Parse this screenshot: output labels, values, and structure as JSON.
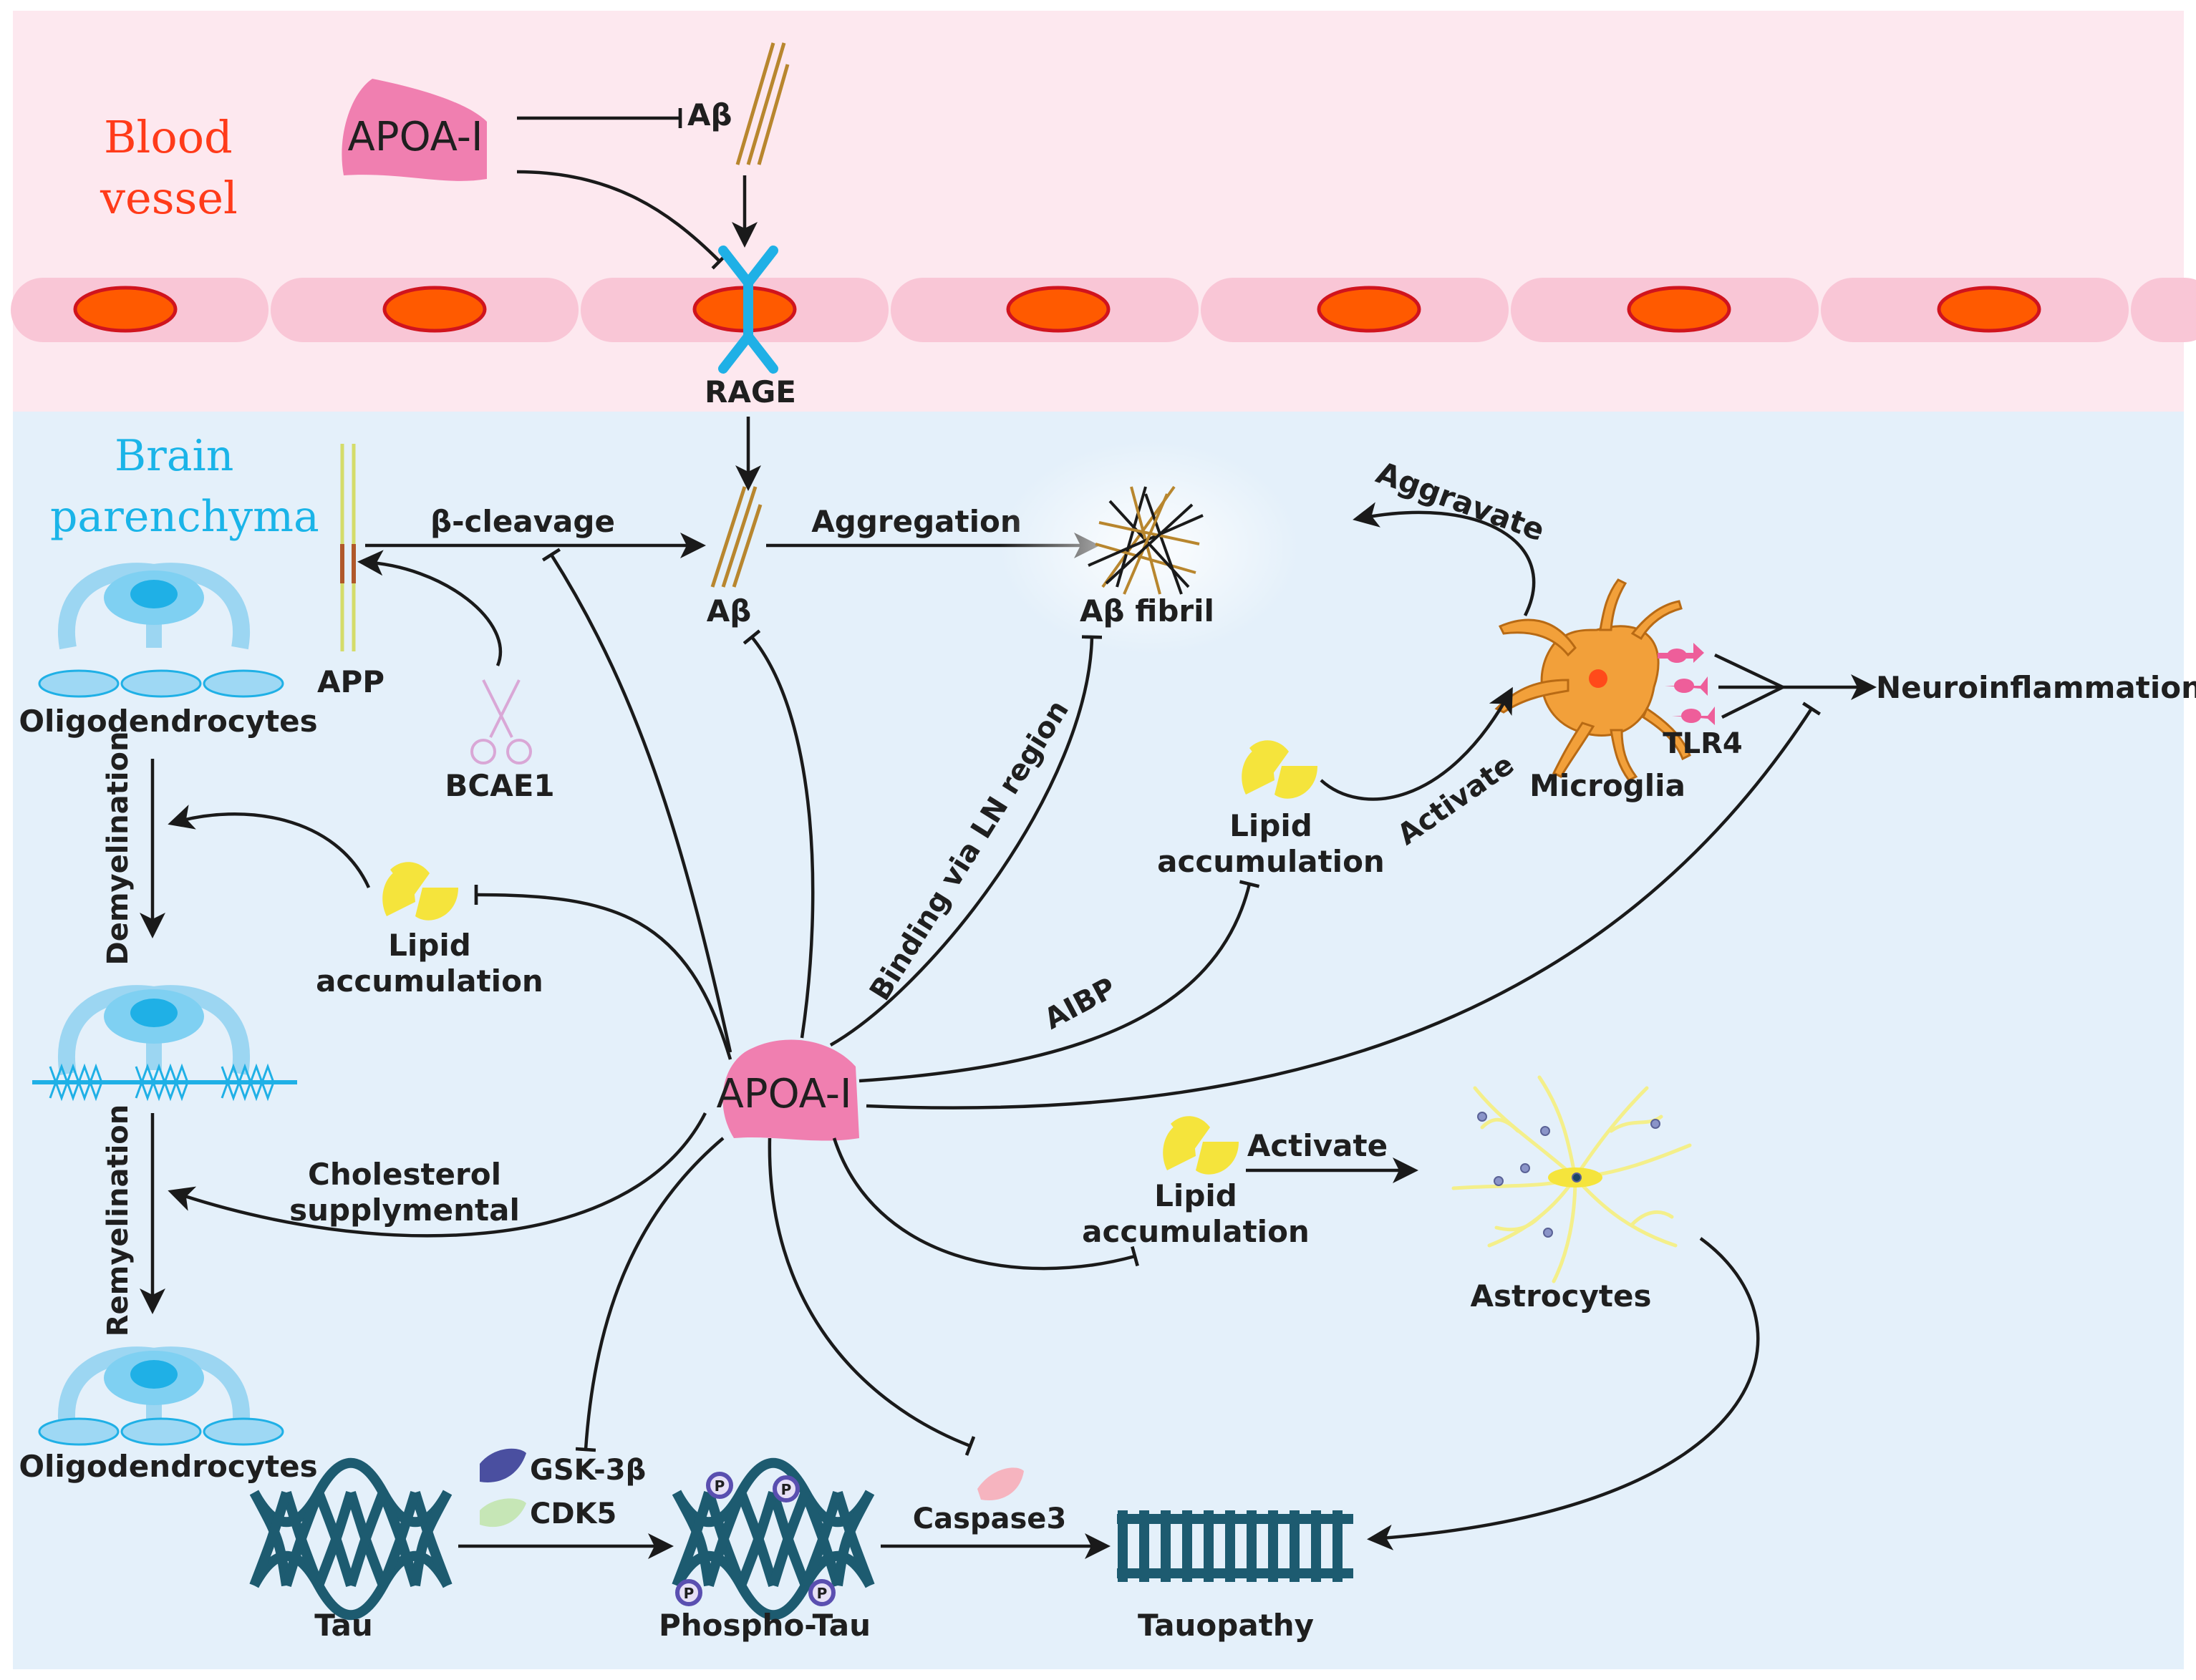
{
  "regions": {
    "blood_vessel": "Blood\nvessel",
    "brain_parenchyma": "Brain\nparenchyma"
  },
  "top": {
    "apoa1": "APOA-I",
    "abeta": "Aβ",
    "rage": "RAGE"
  },
  "middle": {
    "app": "APP",
    "beta_cleavage": "β-cleavage",
    "bcae1": "BCAE1",
    "abeta": "Aβ",
    "aggregation": "Aggregation",
    "abeta_fibril": "Aβ fibril",
    "aggravate": "Aggravate",
    "microglia": "Microglia",
    "tlr4": "TLR4",
    "neuroinflammation": "Neuroinflammation",
    "binding_ln": "Binding via LN region",
    "aibp": "AIBP",
    "activate_microglia": "Activate",
    "lipid_microglia": "Lipid\naccumulation",
    "lipid_oligo": "Lipid\naccumulation",
    "lipid_astro": "Lipid\naccumulation",
    "activate_astro": "Activate",
    "astrocytes": "Astrocytes",
    "apoa1_center": "APOA-I",
    "cholesterol": "Cholesterol\nsupplymental"
  },
  "oligo": {
    "top_label": "Oligodendrocytes",
    "demyelination": "Demyelination",
    "remyelination": "Remyelination",
    "bottom_label": "Oligodendrocytes"
  },
  "tau": {
    "tau": "Tau",
    "gsk3b": "GSK-3β",
    "cdk5": "CDK5",
    "phospho_tau": "Phospho-Tau",
    "caspase3": "Caspase3",
    "tauopathy": "Tauopathy",
    "p": "P"
  },
  "colors": {
    "vessel_bg": "#fde8ef",
    "brain_bg": "#e4f0fa",
    "cell_pink": "#f9c6d6",
    "nucleus": "#ff5a00",
    "apoa_pink": "#f07fb0",
    "abeta_gold": "#b8862e",
    "rage_blue": "#1fb0e6",
    "lipid_yellow": "#f5e43c",
    "tau_teal": "#1d5b70",
    "oligo_blue": "#7fd0f2",
    "microglia_orange": "#f2a03a",
    "tlr4_pink": "#ee5e9a",
    "title_red": "#ff3b1a",
    "title_cyan": "#1ab4e8"
  }
}
